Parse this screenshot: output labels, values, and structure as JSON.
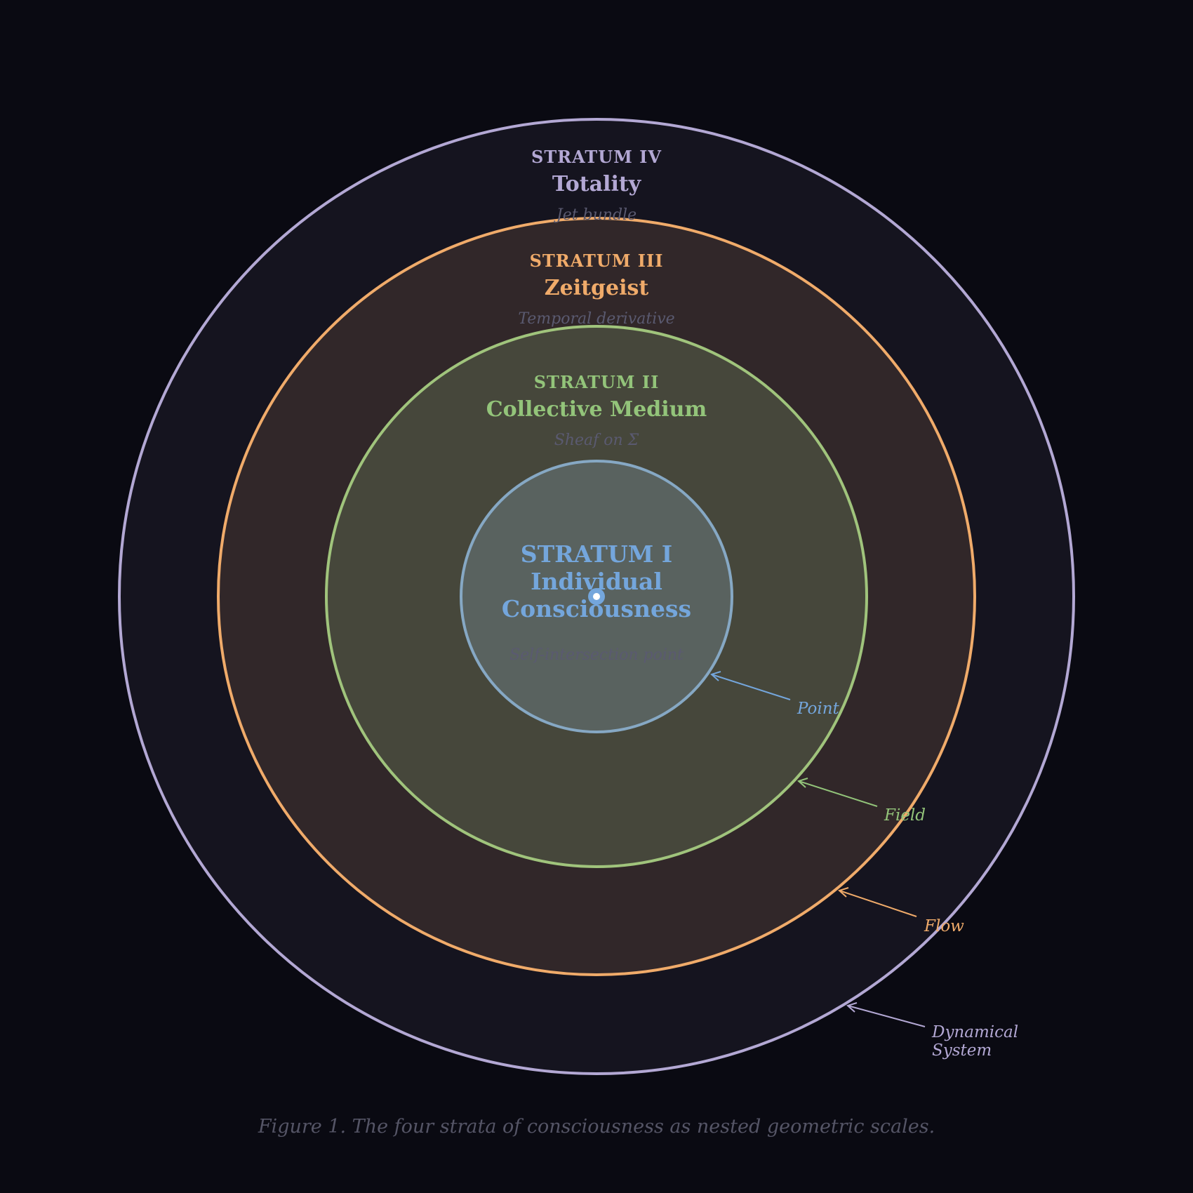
{
  "colors": {
    "background": "#0a0a12",
    "subtitle": "#5a5a70",
    "caption": "#555566"
  },
  "strata": [
    {
      "id": "iv",
      "stratum": "STRATUM IV",
      "name": "Totality",
      "subtitle": "Jet bundle",
      "stroke": "#b3a8d4",
      "fill": "#15141f",
      "label_color": "#b3a8d4",
      "callout": "Dynamical System"
    },
    {
      "id": "iii",
      "stratum": "STRATUM III",
      "name": "Zeitgeist",
      "subtitle": "Temporal derivative",
      "stroke": "#f0ab6a",
      "fill": "#312729",
      "label_color": "#f0ab6a",
      "callout": "Flow"
    },
    {
      "id": "ii",
      "stratum": "STRATUM II",
      "name": "Collective Medium",
      "subtitle": "Sheaf on Σ",
      "stroke": "#a0c47c",
      "fill": "#46473b",
      "label_color": "#93c47a",
      "callout": "Field"
    },
    {
      "id": "i",
      "stratum": "STRATUM I",
      "name_lines": [
        "Individual",
        "Consciousness"
      ],
      "subtitle": "Self-intersection point",
      "stroke": "#86a8c4",
      "fill": "#59625f",
      "label_color": "#74a6dc",
      "callout": "Point"
    }
  ],
  "caption": "Figure 1. The four strata of consciousness as nested geometric scales."
}
